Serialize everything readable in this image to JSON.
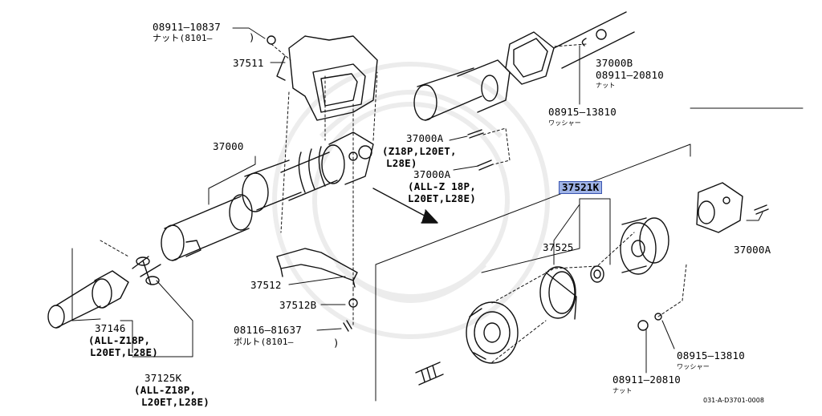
{
  "diagram": {
    "highlighted_part": "37521K",
    "reference_code": "031-A-D3701-0008",
    "labels": {
      "p_0891110837": "08911–10837",
      "p_0891110837_note": "ナット(8101–",
      "p_0891110837_close": ")",
      "p_37511": "37511",
      "p_37000": "37000",
      "p_37000b": "37000B",
      "p_0891120810_top": "08911–20810",
      "p_0891120810_top_note": "ナット",
      "p_0891513810_top": "08915–13810",
      "p_0891513810_top_note": "ワッシャー",
      "p_37000a_1": "37000A",
      "p_37000a_1_note1": "(Z18P,L20ET,",
      "p_37000a_1_note2": "L28E)",
      "p_37000a_2": "37000A",
      "p_37000a_2_note1": "(ALL-Z 18P,",
      "p_37000a_2_note2": "L20ET,L28E)",
      "p_37521k": "37521K",
      "p_37525": "37525",
      "p_37000a_3": "37000A",
      "p_37512": "37512",
      "p_37512b": "37512B",
      "p_0811681637": "08116–81637",
      "p_0811681637_note": "ボルト(8101–",
      "p_0811681637_close": ")",
      "p_37146": "37146",
      "p_37146_note1": "(ALL-Z18P,",
      "p_37146_note2": "L20ET,L28E)",
      "p_37125k": "37125K",
      "p_37125k_note1": "(ALL-Z18P,",
      "p_37125k_note2": "L20ET,L28E)",
      "p_0891513810_bottom": "08915–13810",
      "p_0891513810_bottom_note": "ワッシャー",
      "p_0891120810_bottom": "08911–20810",
      "p_0891120810_bottom_note": "ナット"
    }
  }
}
